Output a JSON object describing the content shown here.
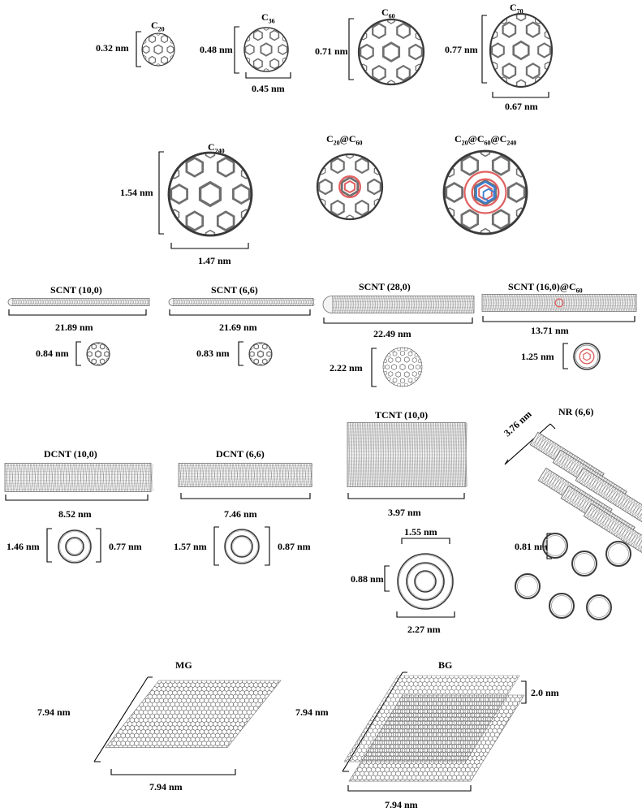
{
  "row1": {
    "c20": {
      "title_base": "C",
      "title_sub": "20",
      "height": "0.32 nm"
    },
    "c36": {
      "title_base": "C",
      "title_sub": "36",
      "height": "0.48 nm",
      "width": "0.45 nm"
    },
    "c60": {
      "title_base": "C",
      "title_sub": "60",
      "height": "0.71 nm"
    },
    "c70": {
      "title_base": "C",
      "title_sub": "70",
      "height": "0.77 nm",
      "width": "0.67 nm"
    }
  },
  "row2": {
    "c240": {
      "title_base": "C",
      "title_sub": "240",
      "height": "1.54 nm",
      "width": "1.47 nm"
    },
    "c20c60": {
      "t1": "C",
      "s1": "20",
      "t2": "@C",
      "s2": "60"
    },
    "c20c60c240": {
      "t1": "C",
      "s1": "20",
      "t2": "@C",
      "s2": "60",
      "t3": "@C",
      "s3": "240"
    }
  },
  "scnt": [
    {
      "title": "SCNT (10,0)",
      "length": "21.89 nm",
      "diameter": "0.84 nm"
    },
    {
      "title": "SCNT (6,6)",
      "length": "21.69 nm",
      "diameter": "0.83 nm"
    },
    {
      "title": "SCNT (28,0)",
      "length": "22.49 nm",
      "diameter": "2.22 nm"
    },
    {
      "title": "SCNT (16,0)@C",
      "title_sub": "60",
      "length": "13.71 nm",
      "diameter": "1.25 nm"
    }
  ],
  "dcnt": [
    {
      "title": "DCNT (10,0)",
      "length": "8.52 nm",
      "outer": "1.46 nm",
      "inner": "0.77 nm"
    },
    {
      "title": "DCNT (6,6)",
      "length": "7.46 nm",
      "outer": "1.57 nm",
      "inner": "0.87 nm"
    }
  ],
  "tcnt": {
    "title": "TCNT (10,0)",
    "length": "3.97 nm",
    "d_mid": "1.55 nm",
    "d_inner": "0.88 nm",
    "d_outer": "2.27 nm"
  },
  "nr": {
    "title": "NR (6,6)",
    "length": "3.76 nm",
    "diameter": "0.81 nm"
  },
  "mg": {
    "title": "MG",
    "side": "7.94 nm",
    "bottom": "7.94 nm"
  },
  "bg": {
    "title": "BG",
    "side": "7.94 nm",
    "bottom": "7.94 nm",
    "spacing": "2.0 nm"
  },
  "colors": {
    "carbon": "#6f6f6f",
    "carbon_dark": "#3a3a3a",
    "inner_red": "#e06060",
    "inner_blue": "#3c7fd0"
  }
}
